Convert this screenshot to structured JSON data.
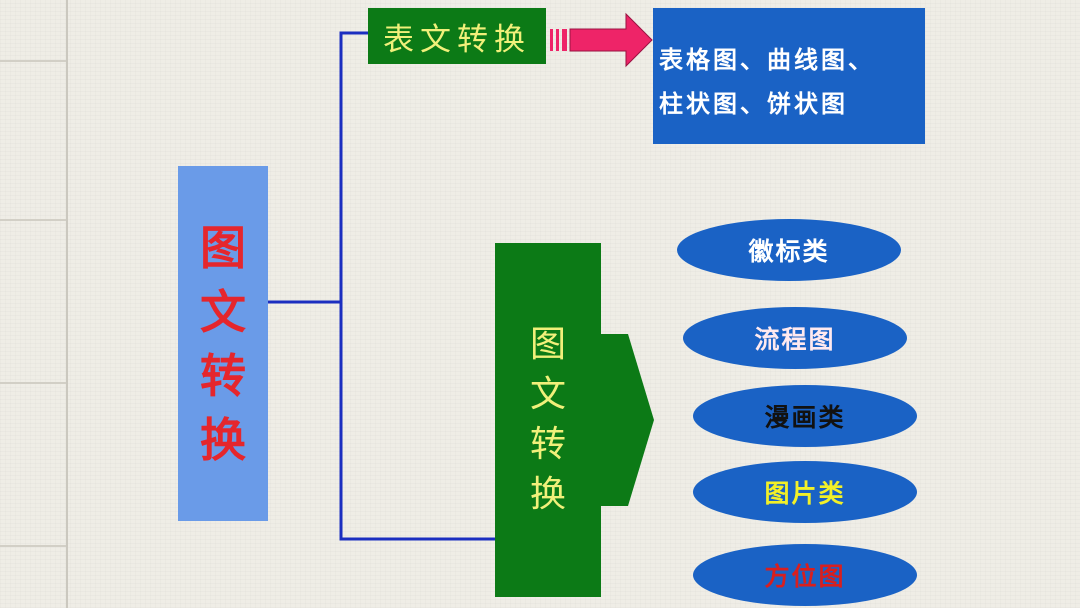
{
  "diagram": {
    "main_title": "图文转换",
    "table_conversion": {
      "label": "表文转换",
      "target_line1": "表格图、曲线图、",
      "target_line2": "柱状图、饼状图"
    },
    "image_conversion": {
      "label": "图文转换",
      "items": [
        {
          "label": "徽标类",
          "text_color": "#ffffff"
        },
        {
          "label": "流程图",
          "text_color": "#ffe9ef"
        },
        {
          "label": "漫画类",
          "text_color": "#111111"
        },
        {
          "label": "图片类",
          "text_color": "#f2f028"
        },
        {
          "label": "方位图",
          "text_color": "#d81f1f"
        }
      ]
    }
  },
  "colors": {
    "main_box": "#6a9be8",
    "main_text": "#e5262c",
    "green_box": "#0c7a16",
    "green_text": "#f1f07a",
    "blue_box": "#1a62c5",
    "connector": "#1b2ec0",
    "pink_arrow": "#ee2468",
    "background": "#efede6"
  }
}
